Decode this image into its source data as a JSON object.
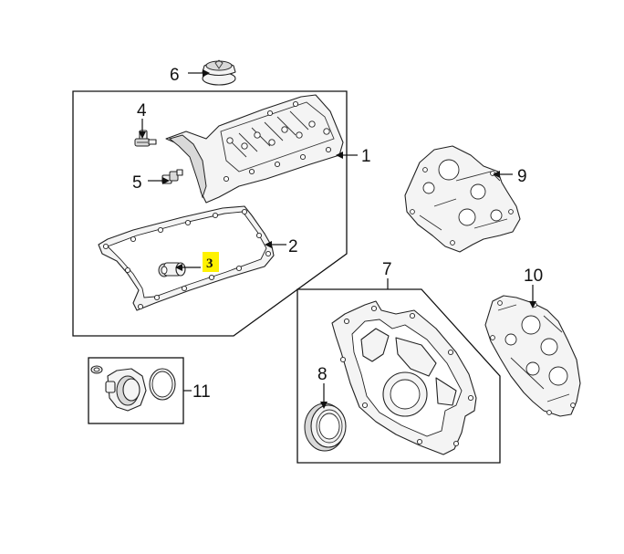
{
  "callouts": {
    "c1": "1",
    "c2": "2",
    "c3": "3",
    "c4": "4",
    "c5": "5",
    "c6": "6",
    "c7": "7",
    "c8": "8",
    "c9": "9",
    "c10": "10",
    "c11": "11"
  },
  "highlight": {
    "callout": "3",
    "color": "#fff200"
  },
  "colors": {
    "line": "#111111",
    "part_fill": "#f4f4f4"
  },
  "part_icons": {
    "p1": "valve-cover",
    "p2": "valve-cover-gasket",
    "p3": "grommet",
    "p4": "sensor",
    "p5": "sensor",
    "p6": "oil-filler-cap",
    "p7": "timing-cover",
    "p8": "front-seal",
    "p9": "timing-cover-housing",
    "p10": "timing-cover-side",
    "p11": "solenoid-with-o-rings"
  }
}
